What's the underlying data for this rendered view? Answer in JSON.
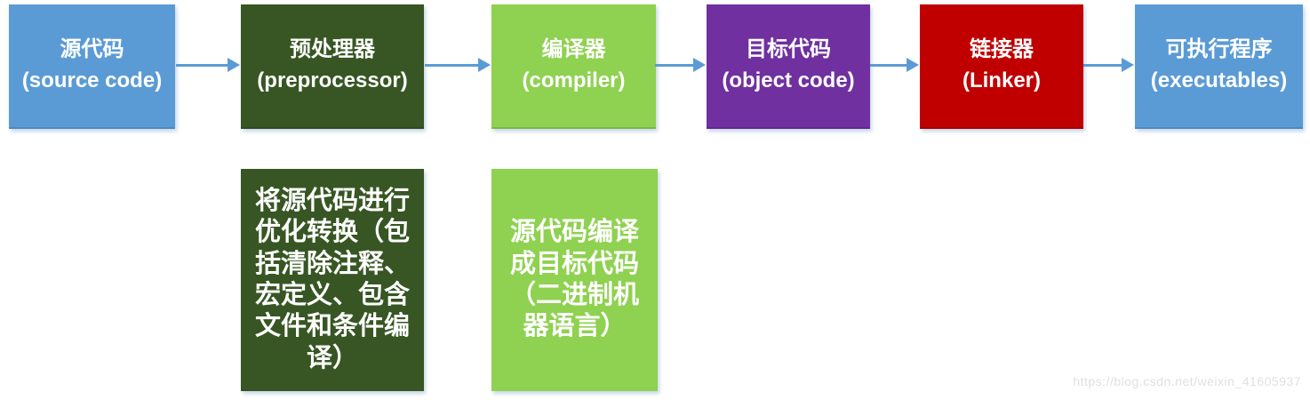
{
  "colors": {
    "arrow": "#5B9BD5",
    "node_blue": "#5B9BD5",
    "node_dark_green": "#375623",
    "node_light_green": "#8FD150",
    "node_purple": "#7030A0",
    "node_red": "#C00000",
    "text": "#FFFFFF",
    "watermark": "#E0E0E0"
  },
  "flow": {
    "nodes": [
      {
        "name": "source-code",
        "label": "源代码\n(source code)",
        "color": "#5B9BD5"
      },
      {
        "name": "preprocessor",
        "label": "预处理器\n(preprocessor)",
        "color": "#375623"
      },
      {
        "name": "compiler",
        "label": "编译器\n(compiler)",
        "color": "#8FD150"
      },
      {
        "name": "object-code",
        "label": "目标代码\n(object code)",
        "color": "#7030A0"
      },
      {
        "name": "linker",
        "label": "链接器\n(Linker)",
        "color": "#C00000"
      },
      {
        "name": "executables",
        "label": "可执行程序\n(executables)",
        "color": "#5B9BD5"
      }
    ],
    "notes": [
      {
        "for": "preprocessor",
        "text": "将源代码进行\n优化转换（包\n括清除注释、\n宏定义、包含\n文件和条件编\n译）",
        "color": "#375623"
      },
      {
        "for": "compiler",
        "text": "源代码编译\n成目标代码\n（二进制机\n器语言）",
        "color": "#8FD150"
      }
    ]
  },
  "watermark": {
    "text": "https://blog.csdn.net/weixin_41605937"
  }
}
